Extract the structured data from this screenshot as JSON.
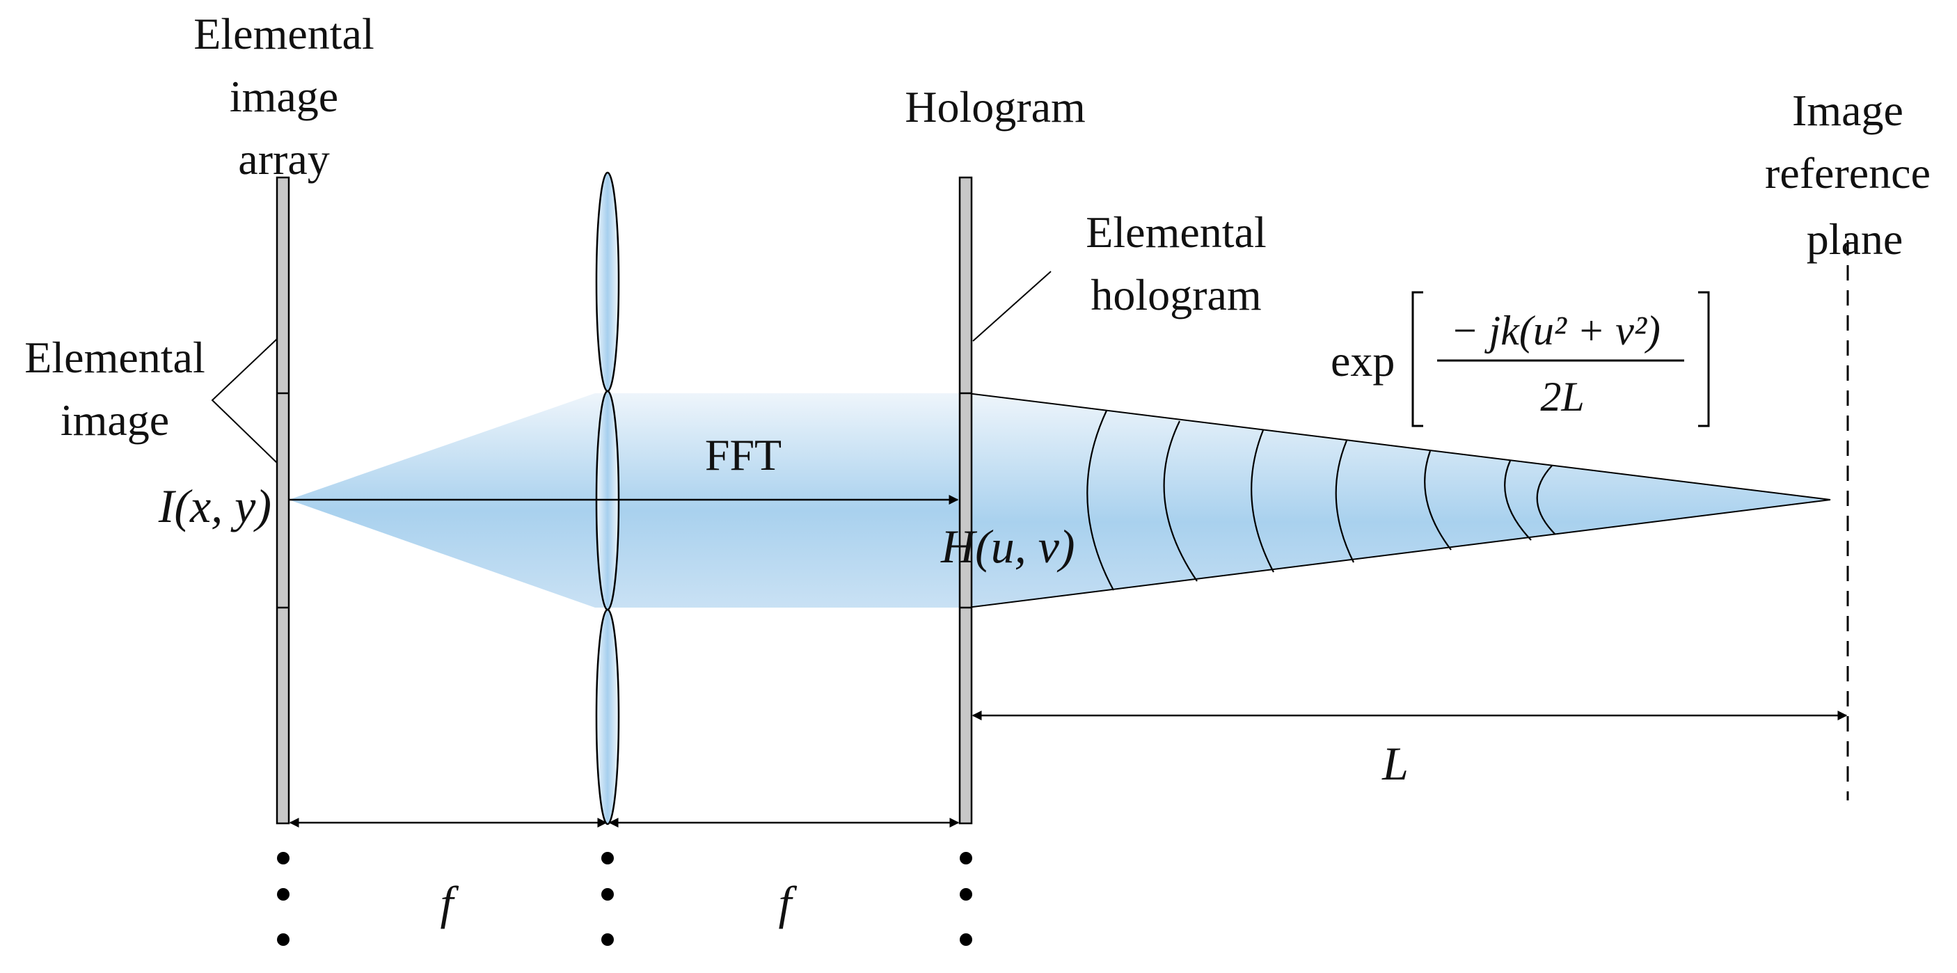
{
  "labels": {
    "elemental_image_array": [
      "Elemental",
      "image",
      "array"
    ],
    "hologram": "Hologram",
    "image_reference_plane": [
      "Image",
      "reference",
      "plane"
    ],
    "elemental_hologram": [
      "Elemental",
      "hologram"
    ],
    "elemental_image": [
      "Elemental",
      "image"
    ],
    "input_function": "I(x, y)",
    "output_function": "H(u, v)",
    "fft": "FFT",
    "focal_length_1": "f",
    "focal_length_2": "f",
    "distance": "L"
  },
  "formula": {
    "prefix": "exp",
    "numerator": "− jk(u² + v²)",
    "denominator": "2L"
  },
  "colors": {
    "beam_light": "#e6f1fa",
    "beam_dark": "#9cc9ea",
    "lens_fill": "#a8d0ee",
    "plate_fill": "#c8c8c8",
    "line": "#000000"
  }
}
